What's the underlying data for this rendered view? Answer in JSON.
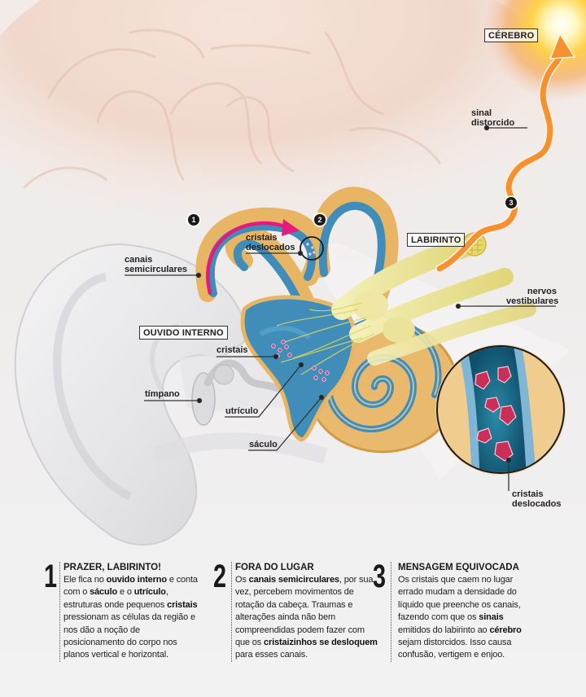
{
  "labels": {
    "cerebro": "CÉREBRO",
    "sinal_distorcido": "sinal\ndistorcido",
    "labirinto": "LABIRINTO",
    "nervos_vestibulares": "nervos\nvestibulares",
    "canais_semicirculares": "canais\nsemicirculares",
    "cristais_deslocados_top": "cristais\ndeslocados",
    "ouvido_interno": "OUVIDO INTERNO",
    "cristais": "cristais",
    "timpano": "tímpano",
    "utriculo": "utrículo",
    "saculo": "sáculo",
    "cristais_deslocados_zoom": "cristais\ndeslocados"
  },
  "badges": {
    "step1": "1",
    "step2": "2",
    "step3": "3"
  },
  "colors": {
    "signal_arrow": "#f5922f",
    "crystal_flow_arrow": "#e6197d",
    "canal_blue": "#3f8db8",
    "bone_orange": "#e8b565",
    "nerve_yellow": "#e9e39a",
    "crystal_pink": "#c8305a",
    "brain_pink": "#f1d8cc",
    "bg_gray": "#f1f1f2"
  },
  "panels": [
    {
      "number": "1",
      "title": "PRAZER, LABIRINTO!",
      "segments": [
        {
          "t": "Ele fica no ",
          "b": false
        },
        {
          "t": "ouvido interno",
          "b": true
        },
        {
          "t": " e conta com o ",
          "b": false
        },
        {
          "t": "sáculo",
          "b": true
        },
        {
          "t": " e o ",
          "b": false
        },
        {
          "t": "utrículo",
          "b": true
        },
        {
          "t": ", estruturas onde pequenos ",
          "b": false
        },
        {
          "t": "cristais",
          "b": true
        },
        {
          "t": " pressionam as células da região e nos dão a noção de posicionamento do corpo nos planos vertical e horizontal.",
          "b": false
        }
      ]
    },
    {
      "number": "2",
      "title": "FORA DO LUGAR",
      "segments": [
        {
          "t": "Os ",
          "b": false
        },
        {
          "t": "canais semicirculares",
          "b": true
        },
        {
          "t": ", por sua vez, percebem movimentos de rotação da cabeça. Traumas e alterações ainda não bem compreendidas podem fazer com que os ",
          "b": false
        },
        {
          "t": "cristaizinhos se desloquem",
          "b": true
        },
        {
          "t": " para esses canais.",
          "b": false
        }
      ]
    },
    {
      "number": "3",
      "title": "MENSAGEM EQUIVOCADA",
      "segments": [
        {
          "t": "Os cristais que caem no lugar errado mudam a densidade do líquido que preenche os canais, fazendo com que os ",
          "b": false
        },
        {
          "t": "sinais",
          "b": true
        },
        {
          "t": " emitidos do labirinto ao ",
          "b": false
        },
        {
          "t": "cérebro",
          "b": true
        },
        {
          "t": " sejam distorcidos. Isso causa confusão, vertigem e enjoo.",
          "b": false
        }
      ]
    }
  ]
}
